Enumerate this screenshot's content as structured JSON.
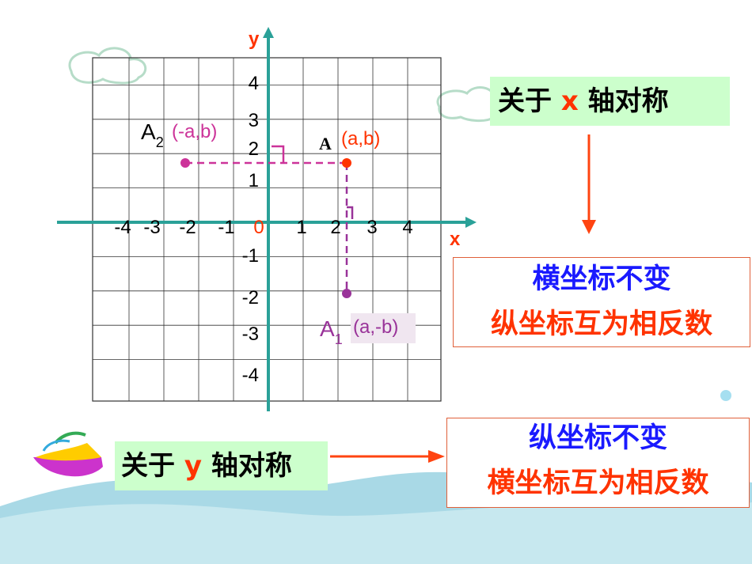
{
  "axes": {
    "x_label": "x",
    "y_label": "y",
    "origin": "0"
  },
  "x_ticks": [
    "-4",
    "-3",
    "-2",
    "-1",
    "1",
    "2",
    "3",
    "4"
  ],
  "y_ticks": [
    "4",
    "3",
    "2",
    "1",
    "-1",
    "-2",
    "-3",
    "-4"
  ],
  "grid": {
    "x_range": [
      -5,
      5
    ],
    "y_range": [
      -5,
      5
    ]
  },
  "points": {
    "A": {
      "name": "A",
      "coord": "(a,b)",
      "x": 2.2,
      "y": 1.8,
      "color": "#ff3300"
    },
    "A1": {
      "name": "A",
      "sub": "1",
      "coord": "(a,-b)",
      "x": 2.2,
      "y": -2.2,
      "color": "#993399"
    },
    "A2": {
      "name": "A",
      "sub": "2",
      "coord": "(-a,b)",
      "x": -2.2,
      "y": 1.8,
      "color": "#cc3399"
    }
  },
  "x_symmetry": {
    "pre": "关于 ",
    "axis": "x",
    "post": " 轴对称",
    "rule_line1": "横坐标不变",
    "rule_line2": "纵坐标互为相反数"
  },
  "y_symmetry": {
    "pre": "关于 ",
    "axis": "y",
    "post": " 轴对称",
    "rule_line1": "纵坐标不变",
    "rule_line2": "横坐标互为相反数"
  },
  "colors": {
    "axis": "#2aa198",
    "grid": "#333333",
    "accent_red": "#ff3300",
    "rule_blue": "#1a1aff",
    "arrow": "#ff4411",
    "box_green": "#ccffcc",
    "sea": "#a9d9e6"
  }
}
